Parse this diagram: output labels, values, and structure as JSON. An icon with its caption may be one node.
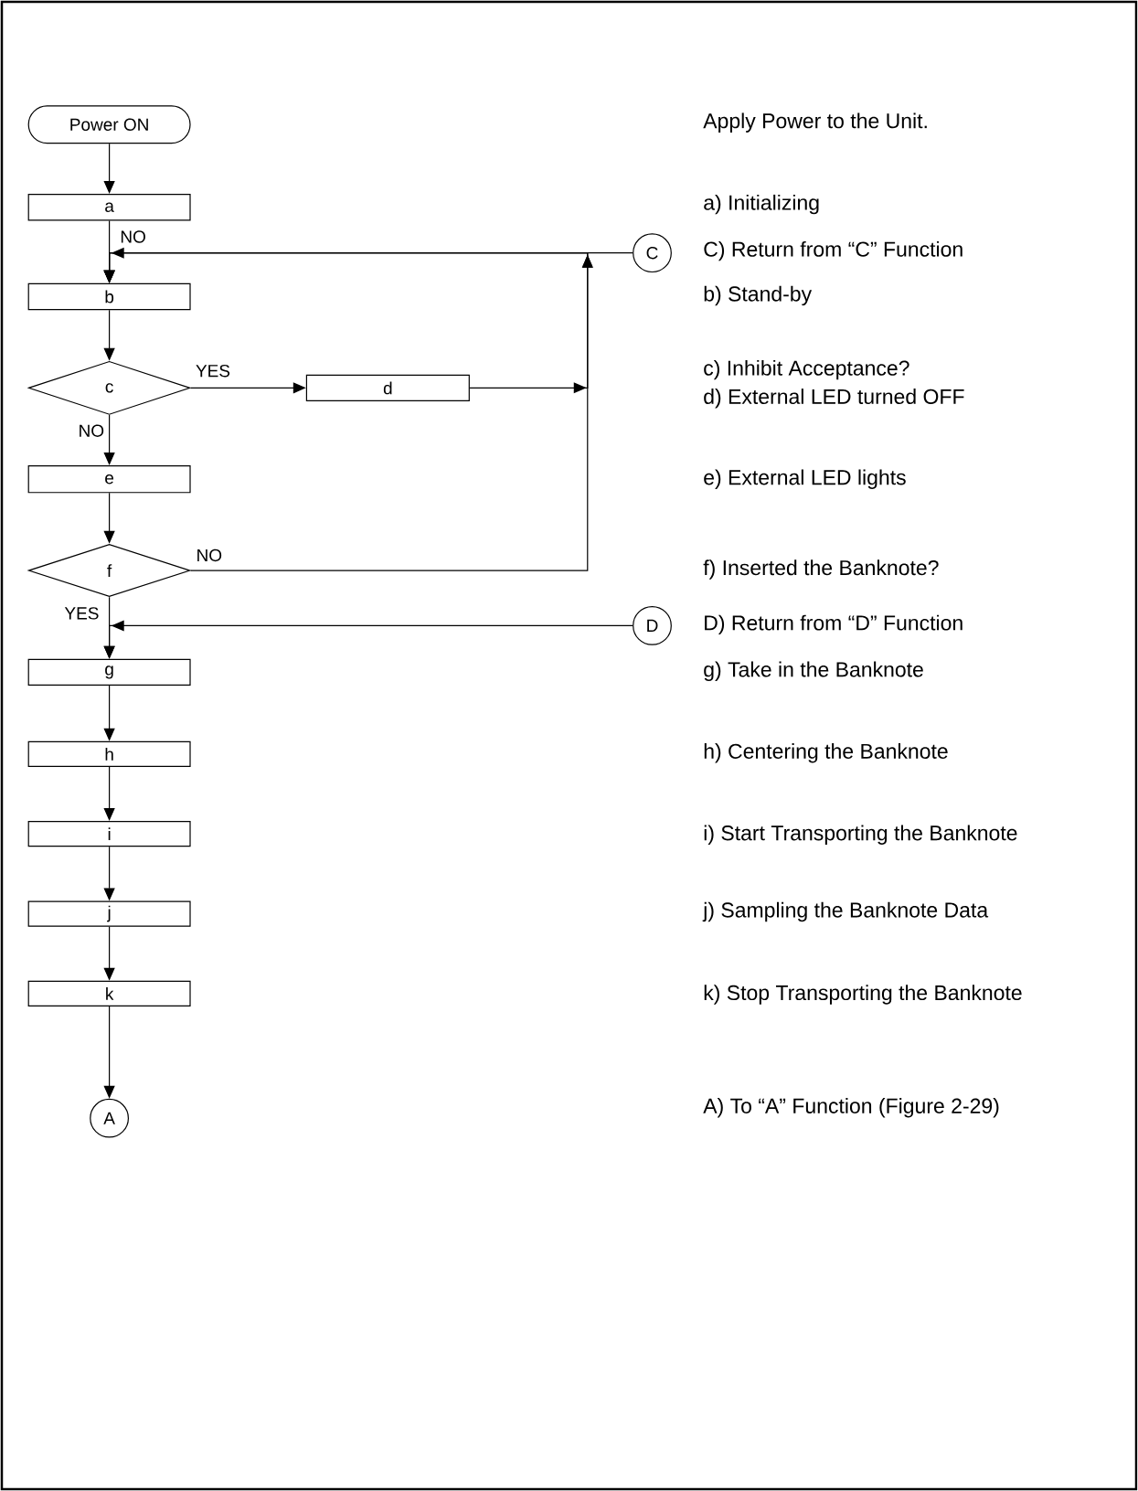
{
  "diagram": {
    "nodes": [
      {
        "text": [
          "Power ON"
        ]
      },
      {
        "text": [
          "a"
        ]
      },
      {
        "text": [
          "C"
        ]
      },
      {
        "text": [
          "b"
        ]
      },
      {
        "text": [
          "c"
        ]
      },
      {
        "text": [
          "d"
        ]
      },
      {
        "text": [
          "e"
        ]
      },
      {
        "text": [
          "f"
        ]
      },
      {
        "text": [
          "D"
        ]
      },
      {
        "text": [
          "g"
        ]
      },
      {
        "text": [
          "h"
        ]
      },
      {
        "text": [
          "i"
        ]
      },
      {
        "text": [
          "j"
        ]
      },
      {
        "text": [
          "k"
        ]
      },
      {
        "text": [
          "A"
        ]
      }
    ],
    "edges": [
      {
        "from": 0,
        "to": 1,
        "arrow": "to"
      },
      {
        "from": 1,
        "to": 3,
        "arrow": "to",
        "label": "NO"
      },
      {
        "from": 2,
        "to": 3,
        "arrow": "to"
      },
      {
        "from": 3,
        "to": 4,
        "arrow": "to"
      },
      {
        "from": 4,
        "to": 5,
        "arrow": "to",
        "label": "YES"
      },
      {
        "from": 5,
        "to": 3,
        "arrow": "to"
      },
      {
        "from": 4,
        "to": 6,
        "arrow": "to",
        "label": "NO"
      },
      {
        "from": 6,
        "to": 7,
        "arrow": "to"
      },
      {
        "from": 7,
        "to": 3,
        "arrow": "to",
        "label": "NO"
      },
      {
        "from": 7,
        "to": 9,
        "arrow": "to",
        "label": "YES"
      },
      {
        "from": 8,
        "to": 9,
        "arrow": "to"
      },
      {
        "from": 9,
        "to": 10,
        "arrow": "to"
      },
      {
        "from": 10,
        "to": 11,
        "arrow": "to"
      },
      {
        "from": 11,
        "to": 12,
        "arrow": "to"
      },
      {
        "from": 12,
        "to": 13,
        "arrow": "to"
      },
      {
        "from": 13,
        "to": 14,
        "arrow": "to"
      }
    ],
    "labels": [
      "Apply Power to the Unit.",
      "a) Initializing",
      "C) Return from “C” Function",
      "b) Stand-by",
      "c) Inhibit Acceptance?",
      "d) External LED turned OFF",
      "e) External LED lights",
      "f) Inserted the Banknote?",
      "D) Return from “D” Function",
      "g) Take in the Banknote",
      "h) Centering the Banknote",
      "i) Start Transporting the Banknote",
      "j) Sampling the Banknote Data",
      "k) Stop Transporting the Banknote",
      "A) To “A” Function (Figure 2-29)"
    ]
  }
}
